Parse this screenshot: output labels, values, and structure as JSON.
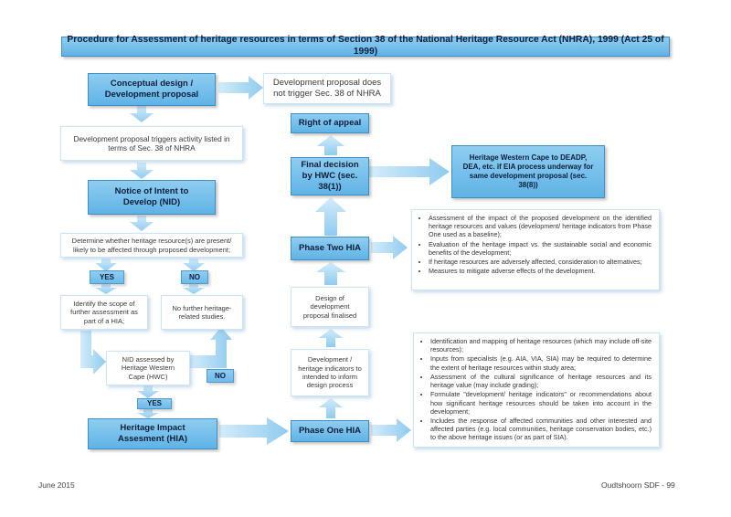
{
  "title": "Procedure for Assessment of heritage resources in terms of Section 38 of the National Heritage Resource Act (NHRA), 1999 (Act 25 of 1999)",
  "nodes": {
    "conceptual": "Conceptual design / Development proposal",
    "no_trigger": "Development proposal does not trigger Sec. 38 of NHRA",
    "triggers": "Development proposal triggers activity listed in terms of Sec. 38 of NHRA",
    "nid": "Notice of Intent to Develop (NID)",
    "determine": "Determine whether heritage resource(s) are present/ likely to be affected through proposed development;",
    "yes1": "YES",
    "no1": "NO",
    "scope": "Identify the scope of further assessment as part of a HIA;",
    "no_further": "No further heritage-related studies.",
    "nid_assessed": "NID assessed by Heritage Western Cape (HWC)",
    "no2": "NO",
    "yes2": "YES",
    "hia": "Heritage Impact Assesment (HIA)",
    "phase_one": "Phase One HIA",
    "indicators": "Development / heritage indicators to intended to inform design process",
    "design_final": "Design of development proposal finalised",
    "phase_two": "Phase Two HIA",
    "final_decision": "Final decision by HWC (sec. 38(1))",
    "appeal": "Right of appeal",
    "hwc_deadp": "Heritage Western Cape to DEADP, DEA, etc. if EIA process underway for same development proposal (sec. 38(8))"
  },
  "phase_two_items": [
    "Assessment of the impact of the proposed development on the identified heritage resources and values (development/ heritage indicators from Phase One used as a baseline);",
    "Evaluation of the heritage impact vs. the sustainable social and economic benefits of the development;",
    "If heritage resources are adversely affected, consideration to alternatives;",
    "Measures to mitigate adverse effects of the development."
  ],
  "phase_one_items": [
    "Identification and mapping of heritage resources (which may include off-site resources);",
    "Inputs from specialists (e.g. AIA, VIA, SIA) may be required to determine the extent of heritage resources within study area;",
    "Assessment of the cultural significance of heritage resources and its heritage value (may include grading);",
    "Formulate \"development/ heritage indicators\" or recommendations about how significant heritage resources should be taken into account in the development;",
    "Includes the response of affected communities and other interested and affected parties (e.g. local communities, heritage conservation bodies, etc.) to the above heritage issues (or as part of SIA)."
  ],
  "footer": {
    "left": "June 2015",
    "right": "Oudtshoorn SDF - 99"
  },
  "colors": {
    "box_blue": "#6cbbe9",
    "arrow_blue": "#a9d8f4",
    "border": "#3f8fc4"
  }
}
